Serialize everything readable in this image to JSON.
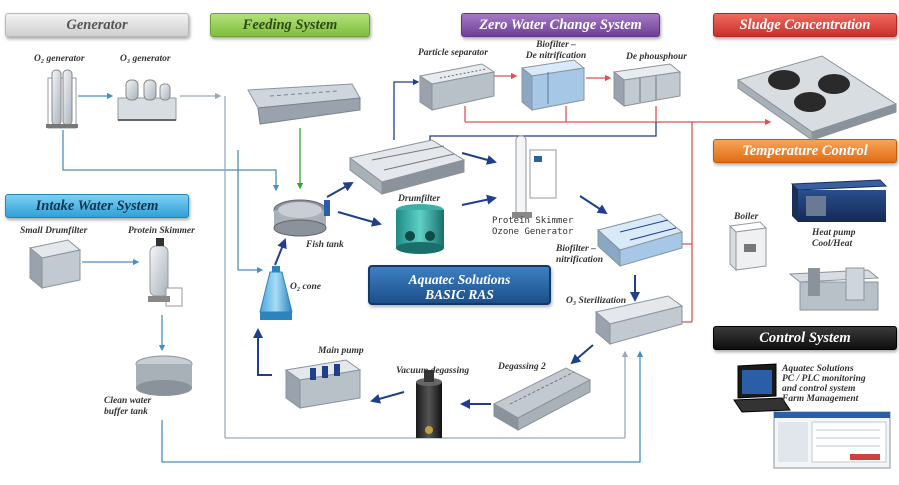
{
  "sections": {
    "generator": "Generator",
    "feeding": "Feeding System",
    "zero_water": "Zero Water Change System",
    "sludge": "Sludge Concentration",
    "temperature": "Temperature Control",
    "intake": "Intake Water System",
    "control": "Control System"
  },
  "brand": {
    "line1": "Aquatec Solutions",
    "line2": "BASIC RAS"
  },
  "components": {
    "o2_generator": "O₂ generator",
    "o3_generator": "O₃ generator",
    "particle_separator": "Particle separator",
    "biofilter_denit_1": "Biofilter –",
    "biofilter_denit_2": "De nitrification",
    "dephosphour": "De phousphour",
    "drumfilter": "Drumfilter",
    "fish_tank": "Fish tank",
    "protein_ozone_1": "Protein Skimmer",
    "protein_ozone_2": "Ozone Generator",
    "biofilter_nitr_1": "Biofilter –",
    "biofilter_nitr_2": "nitrification",
    "o2_cone": "O₂ cone",
    "o3_sterilization": "O₃ Sterilization",
    "main_pump": "Main pump",
    "vacuum_degassing": "Vacuum degassing",
    "degassing_2": "Degassing 2",
    "small_drumfilter": "Small Drumfilter",
    "protein_skimmer": "Protein Skimmer",
    "clean_water_1": "Clean water",
    "clean_water_2": "buffer tank",
    "boiler": "Boiler",
    "heat_pump_1": "Heat pump",
    "heat_pump_2": "Cool/Heat",
    "control_1": "Aquatec Solutions",
    "control_2": "PC / PLC monitoring",
    "control_3": "and control system",
    "control_4": "Farm Management"
  },
  "colors": {
    "flow_main": "#1f3f8a",
    "flow_intake": "#4a8fc4",
    "flow_return": "#e05050",
    "flow_gas": "#9aa8b8",
    "flow_feed": "#3aa03a"
  }
}
